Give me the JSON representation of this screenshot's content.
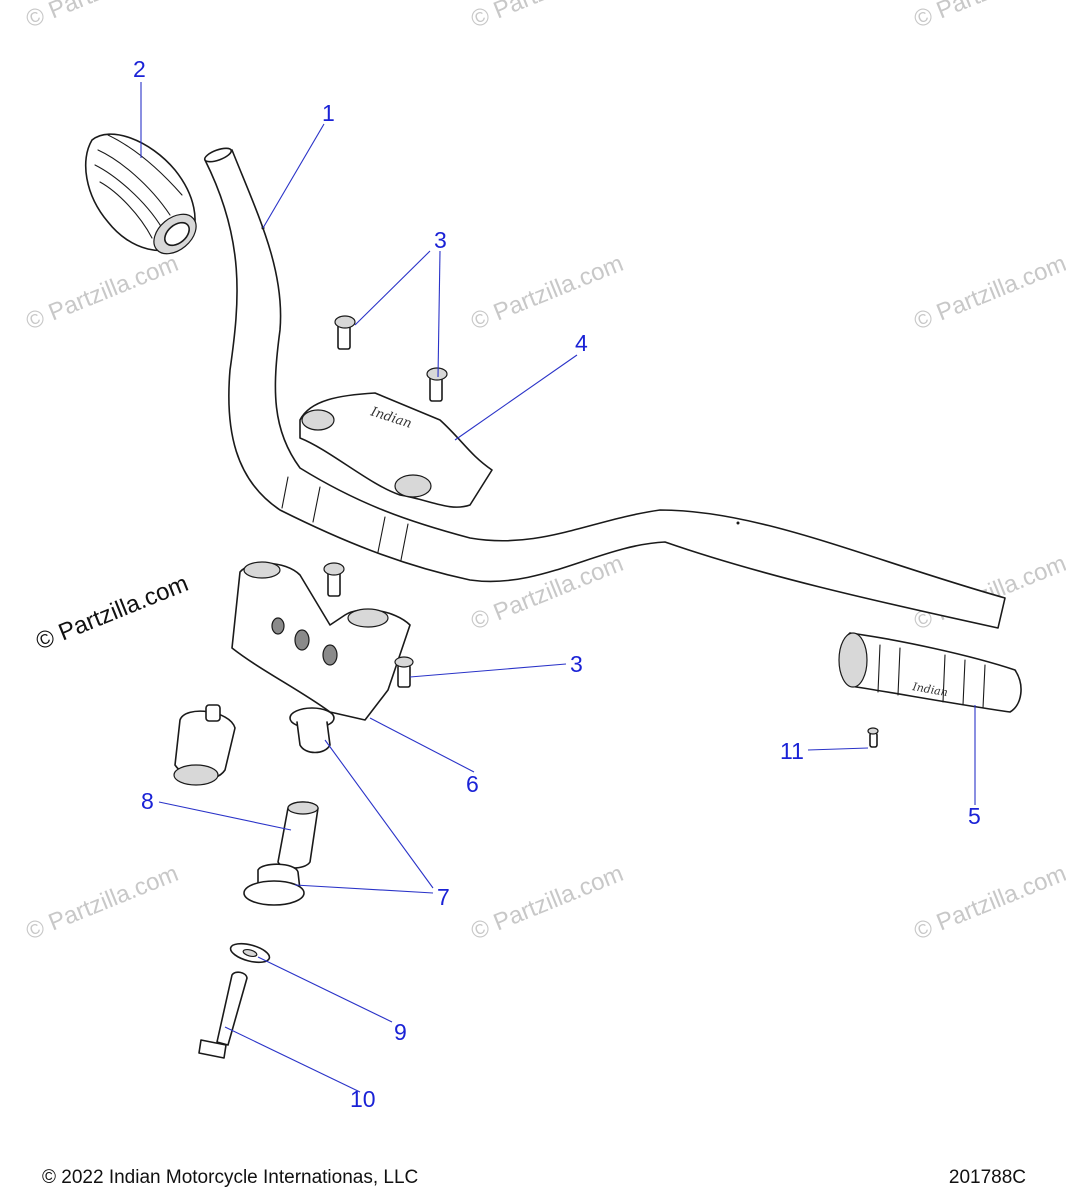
{
  "watermark": {
    "text": "© Partzilla.com",
    "prominent_text": "© Partzilla.com"
  },
  "callouts": {
    "c1": "1",
    "c2": "2",
    "c3a": "3",
    "c3b": "3",
    "c4": "4",
    "c5": "5",
    "c6": "6",
    "c7": "7",
    "c8": "8",
    "c9": "9",
    "c10": "10",
    "c11": "11"
  },
  "footer": {
    "copyright": "© 2022 Indian Motorcycle Internationas, LLC",
    "drawing_number": "201788C"
  },
  "colors": {
    "callout": "#1a22d6",
    "leader": "#2a33c8",
    "watermark": "#c8c8c8"
  }
}
